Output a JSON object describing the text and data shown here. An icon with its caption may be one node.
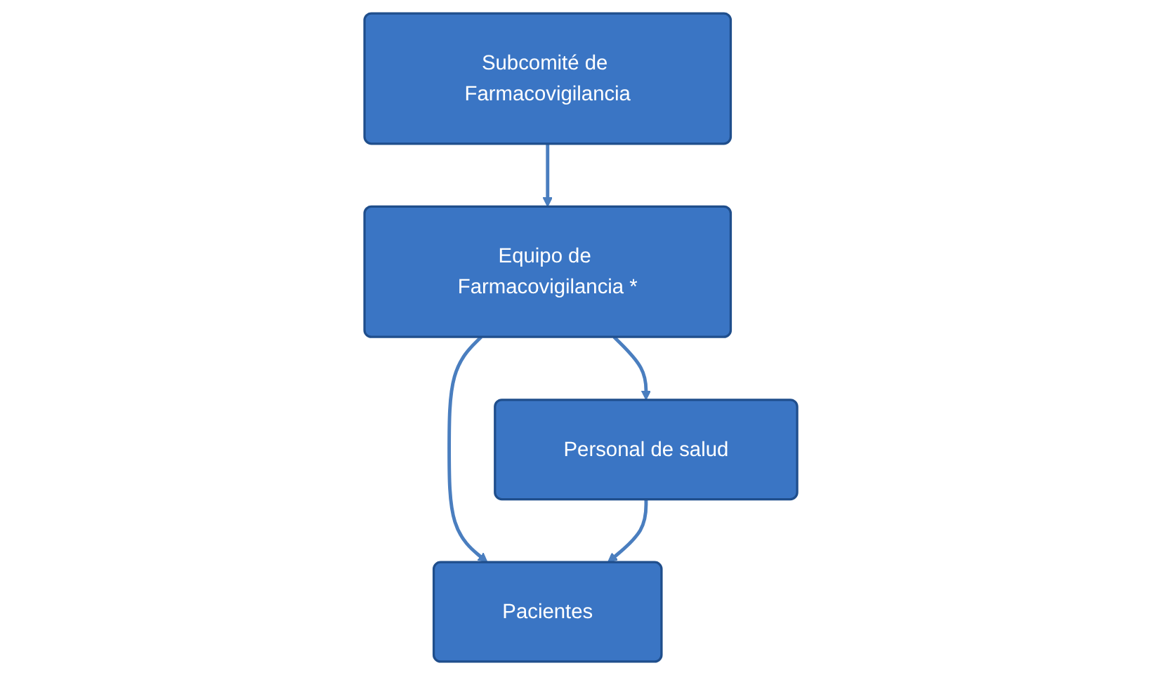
{
  "diagram": {
    "nodes": [
      {
        "text": [
          "Subcomité de Farmacovigilancia"
        ]
      },
      {
        "text": [
          "Equipo de Farmacovigilancia *"
        ]
      },
      {
        "text": [
          "Personal de salud"
        ]
      },
      {
        "text": [
          "Pacientes"
        ]
      }
    ],
    "edges": [
      {
        "from": 0,
        "to": 1,
        "arrow": "to"
      },
      {
        "from": 1,
        "to": 2,
        "arrow": "to"
      },
      {
        "from": 1,
        "to": 3,
        "arrow": "to"
      },
      {
        "from": 2,
        "to": 3,
        "arrow": "to"
      }
    ]
  }
}
